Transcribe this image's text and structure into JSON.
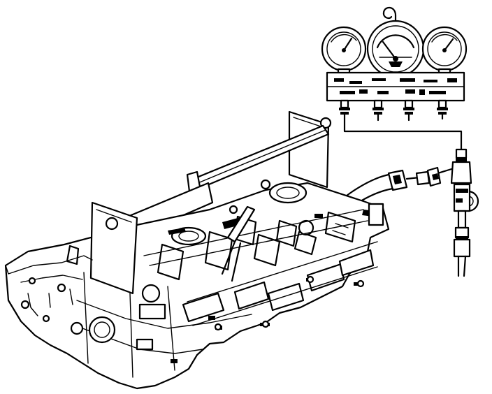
{
  "figure": {
    "subject": "",
    "components": [
      {
        "name": "cylinder-head",
        "icon": "engine-cylinder-head"
      },
      {
        "name": "lifting-bracket",
        "icon": "bracket"
      },
      {
        "name": "support-rail",
        "icon": "rail"
      },
      {
        "name": "gauge-manifold",
        "icon": "manifold-gauge-set"
      },
      {
        "name": "left-pressure-gauge",
        "icon": "gauge"
      },
      {
        "name": "center-vacuum-gauge",
        "icon": "gauge"
      },
      {
        "name": "right-pressure-gauge",
        "icon": "gauge"
      },
      {
        "name": "test-hose",
        "icon": "hose"
      },
      {
        "name": "quick-connect-coupler",
        "icon": "coupler"
      },
      {
        "name": "hand-valve",
        "icon": "valve"
      },
      {
        "name": "service-line",
        "icon": "hose"
      }
    ],
    "colors": {
      "line": "#000000",
      "background": "#ffffff"
    }
  }
}
